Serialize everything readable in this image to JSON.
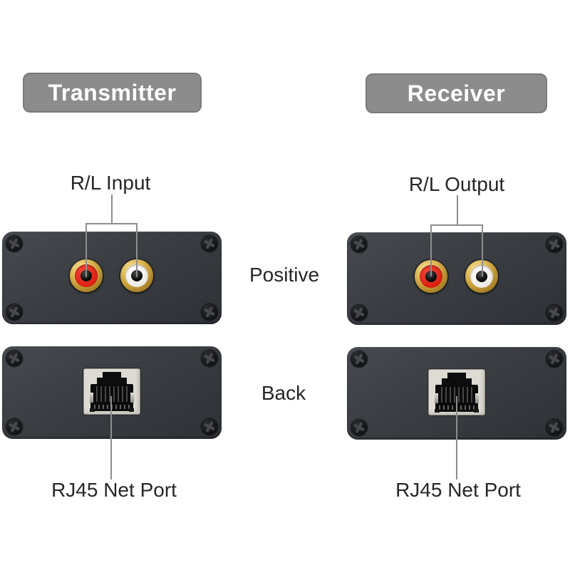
{
  "title_buttons": {
    "transmitter": "Transmitter",
    "receiver": "Receiver"
  },
  "port_labels": {
    "rl_input": "R/L Input",
    "rl_output": "R/L Output",
    "rj45_left": "RJ45 Net Port",
    "rj45_right": "RJ45 Net Port"
  },
  "view_labels": {
    "front": "Positive",
    "back": "Back"
  },
  "icons": {
    "rca_red": "red-rca-jack-icon",
    "rca_white": "white-rca-jack-icon",
    "rj45": "rj45-ethernet-jack-icon",
    "screw": "phillips-screw-icon"
  },
  "colors": {
    "header_bg": "#8c8c8c",
    "header_text": "#ffffff",
    "panel_dark": "#383b40",
    "rca_red": "#dd1e12",
    "rca_white": "#efece6",
    "rca_gold": "#c49b37",
    "rj45_bezel": "#dedbd4",
    "pointer_line": "#8e8e8e",
    "label_text": "#262626",
    "background": "#ffffff"
  }
}
